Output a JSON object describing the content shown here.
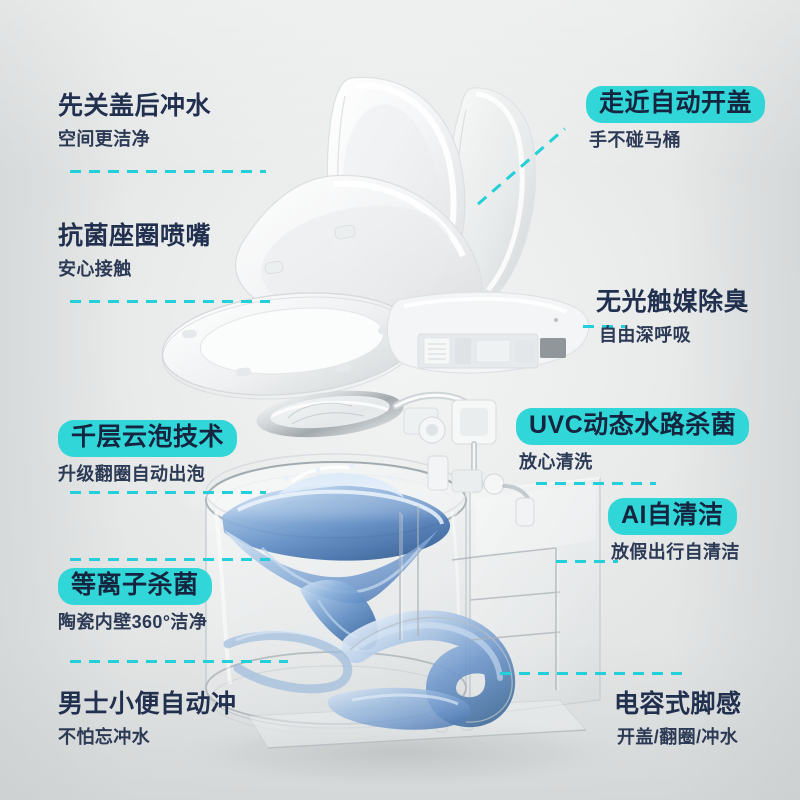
{
  "poster": {
    "type": "product-feature-infographic",
    "subject": "smart-toilet-exploded-view",
    "background_color": "#e4e6e6",
    "accent_color": "#31d6d8",
    "title_color": "#22304f",
    "subtitle_color": "#2c3a55"
  },
  "callouts": [
    {
      "id": "close-lid-then-flush",
      "title": "先关盖后冲水",
      "subtitle": "空间更洁净",
      "highlight": false,
      "side": "left"
    },
    {
      "id": "antibacterial-seat-nozzle",
      "title": "抗菌座圈喷嘴",
      "subtitle": "安心接触",
      "highlight": false,
      "side": "left"
    },
    {
      "id": "cloud-foam-technology",
      "title": "千层云泡技术",
      "subtitle": "升级翻圈自动出泡",
      "highlight": true,
      "side": "left"
    },
    {
      "id": "plasma-sterilization",
      "title": "等离子杀菌",
      "subtitle": "陶瓷内壁360°洁净",
      "highlight": true,
      "side": "left"
    },
    {
      "id": "auto-flush-for-men",
      "title": "男士小便自动冲",
      "subtitle": "不怕忘冲水",
      "highlight": false,
      "side": "left"
    },
    {
      "id": "auto-open-lid",
      "title": "走近自动开盖",
      "subtitle": "手不碰马桶",
      "highlight": true,
      "side": "right"
    },
    {
      "id": "photocatalyst-deodorize",
      "title": "无光触媒除臭",
      "subtitle": "自由深呼吸",
      "highlight": false,
      "side": "right"
    },
    {
      "id": "uvc-waterway-sterilization",
      "title": "UVC动态水路杀菌",
      "subtitle": "放心清洗",
      "highlight": true,
      "side": "right"
    },
    {
      "id": "ai-self-clean",
      "title": "AI自清洁",
      "subtitle": "放假出行自清洁",
      "highlight": true,
      "side": "right"
    },
    {
      "id": "capacitive-foot-sensor",
      "title": "电容式脚感",
      "subtitle": "开盖/翻圈/冲水",
      "highlight": false,
      "side": "right"
    }
  ]
}
